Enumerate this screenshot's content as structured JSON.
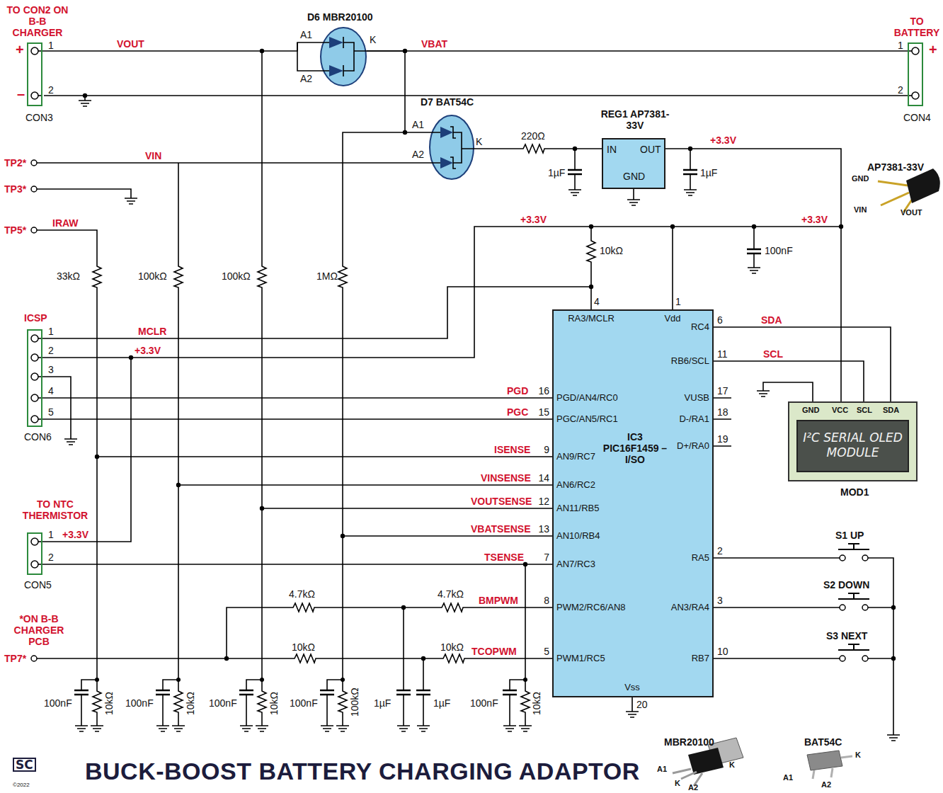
{
  "diagram": {
    "title": "BUCK-BOOST BATTERY CHARGING ADAPTOR",
    "nodes": [
      {
        "text": [
          "TO CON2 ON B-B CHARGER",
          "1",
          "2",
          "CON3"
        ]
      },
      {
        "text": [
          "D6 MBR20100",
          "A1",
          "A2",
          "K"
        ]
      },
      {
        "text": [
          "D7 BAT54C",
          "A1",
          "A2",
          "K"
        ]
      },
      {
        "text": [
          "REG1 AP7381-33V",
          "IN",
          "OUT",
          "GND"
        ]
      },
      {
        "text": [
          "TO BATTERY",
          "1",
          "2",
          "CON4"
        ]
      },
      {
        "text": [
          "ICSP",
          "1",
          "2",
          "3",
          "4",
          "5",
          "CON6"
        ]
      },
      {
        "text": [
          "IC3 PIC16F1459 –I/SO",
          "4",
          "RA3/MCLR",
          "1",
          "Vdd",
          "16",
          "PGD/AN4/RC0",
          "15",
          "PGC/AN5/RC1",
          "9",
          "AN9/RC7",
          "14",
          "AN6/RC2",
          "12",
          "AN11/RB5",
          "13",
          "AN10/RB4",
          "7",
          "AN7/RC3",
          "8",
          "PWM2/RC6/AN8",
          "5",
          "PWM1/RC5",
          "6",
          "RC4",
          "11",
          "RB6/SCL",
          "17",
          "VUSB",
          "18",
          "D-/RA1",
          "19",
          "D+/RA0",
          "2",
          "RA5",
          "3",
          "AN3/RA4",
          "10",
          "RB7",
          "20",
          "Vss"
        ]
      },
      {
        "text": [
          "GND",
          "VCC",
          "SCL",
          "SDA",
          "MOD1"
        ]
      },
      {
        "text": [
          "I²C SERIAL OLED MODULE"
        ],
        "in": 7
      },
      {
        "text": [
          "TO NTC THERMISTOR",
          "1",
          "2",
          "CON5"
        ]
      }
    ],
    "edges": [
      {
        "from": 0,
        "to": 1,
        "label": "VOUT",
        "arrow": "none"
      },
      {
        "from": 1,
        "to": 4,
        "label": "VBAT",
        "arrow": "none"
      },
      {
        "from": 1,
        "to": 2,
        "arrow": "none"
      },
      {
        "from": 5,
        "to": 6,
        "label": "MCLR",
        "arrow": "none"
      },
      {
        "from": 5,
        "to": 6,
        "label": "PGD",
        "arrow": "none"
      },
      {
        "from": 5,
        "to": 6,
        "label": "PGC",
        "arrow": "none"
      },
      {
        "from": 9,
        "to": 6,
        "label": "TSENSE",
        "arrow": "none"
      },
      {
        "from": 6,
        "to": 7,
        "label": "SDA",
        "arrow": "none"
      },
      {
        "from": 6,
        "to": 7,
        "label": "SCL",
        "arrow": "none"
      },
      {
        "from": 3,
        "to": 7,
        "label": "+3.3V",
        "arrow": "none"
      }
    ],
    "labels": [
      "+",
      "–",
      "+",
      "TP2*",
      "TP3*",
      "TP5*",
      "TP7*",
      "VIN",
      "IRAW",
      "33kΩ",
      "100kΩ",
      "100kΩ",
      "1MΩ",
      "220Ω",
      "1µF",
      "1µF",
      "+3.3V",
      "+3.3V",
      "10kΩ",
      "100nF",
      "+3.3V",
      "+3.3V",
      "ISENSE",
      "VINSENSE",
      "VOUTSENSE",
      "VBATSENSE",
      "4.7kΩ",
      "4.7kΩ",
      "BMPWM",
      "10kΩ",
      "10kΩ",
      "TCOPWM",
      "*ON B-B CHARGER PCB",
      "100nF",
      "10kΩ",
      "100nF",
      "10kΩ",
      "100nF",
      "10kΩ",
      "100nF",
      "100kΩ",
      "1µF",
      "1µF",
      "100nF",
      "10kΩ",
      "S1 UP",
      "S2 DOWN",
      "S3 NEXT",
      "AP7381-33V",
      "GND",
      "VIN",
      "VOUT",
      "MBR20100",
      "A1",
      "K",
      "A2",
      "K",
      "BAT54C",
      "K",
      "A1",
      "A2",
      "SC",
      "©2022"
    ]
  }
}
